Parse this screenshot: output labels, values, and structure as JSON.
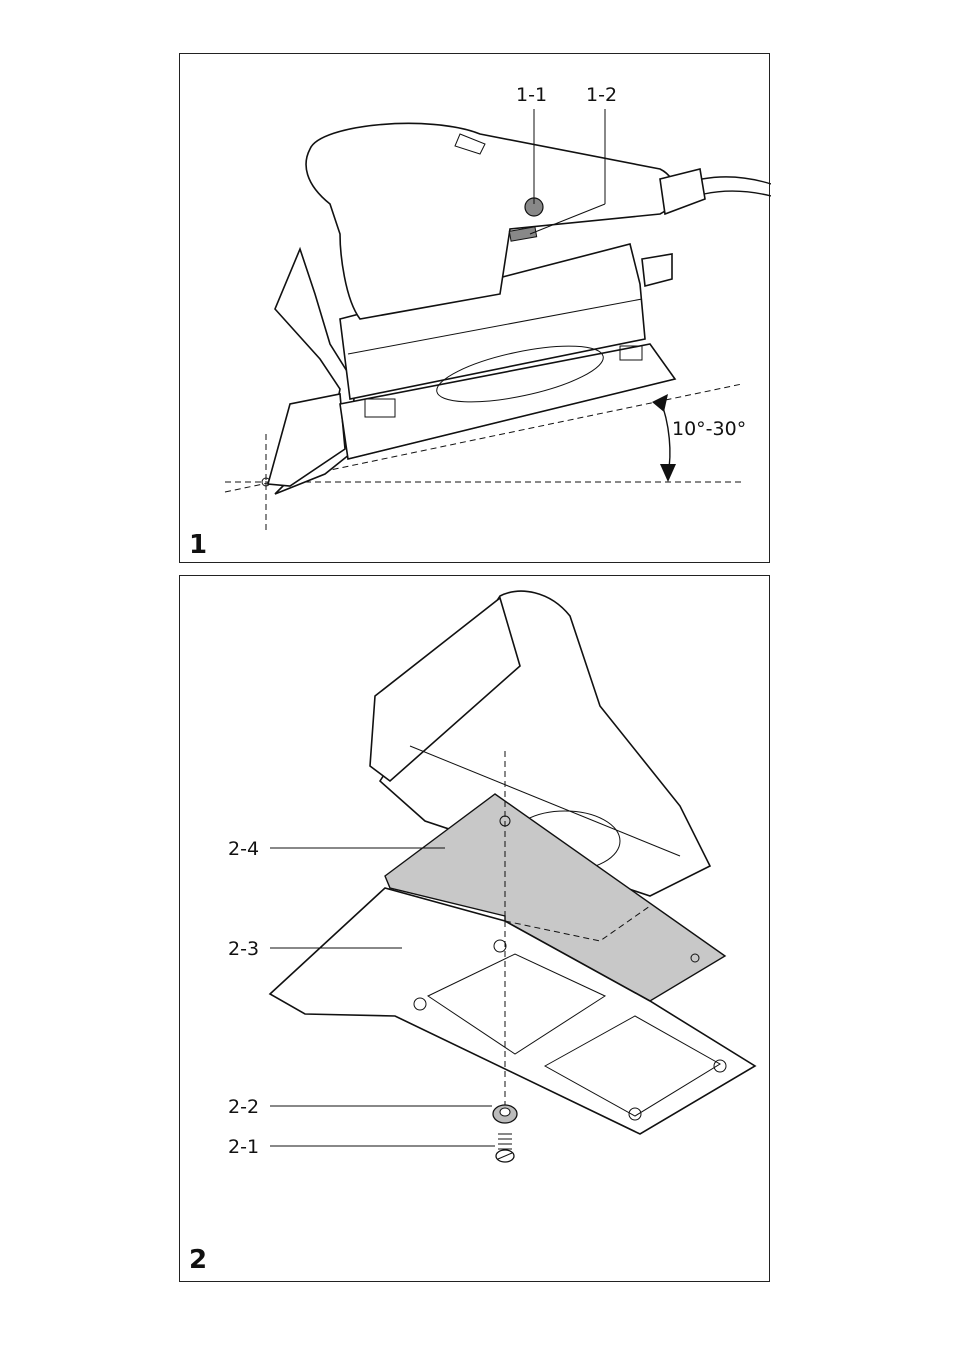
{
  "figures": [
    {
      "number": "1",
      "labels": {
        "button": "1-1",
        "lever": "1-2",
        "angle": "10°-30°"
      }
    },
    {
      "number": "2",
      "labels": {
        "screw": "2-1",
        "washer": "2-2",
        "perforated_plate": "2-3",
        "pad": "2-4"
      }
    }
  ],
  "icons": [
    "sander-icon",
    "sanding-plate-icon",
    "screw-icon",
    "washer-icon",
    "angle-arrow-icon"
  ]
}
